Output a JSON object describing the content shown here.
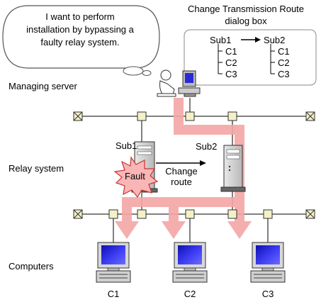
{
  "speech": {
    "line1": "I want to perform",
    "line2": "installation by bypassing a",
    "line3": "faulty relay system."
  },
  "dialog": {
    "title_line1": "Change Transmission Route",
    "title_line2": "dialog box",
    "from": "Sub1",
    "to": "Sub2",
    "from_items": [
      "C1",
      "C2",
      "C3"
    ],
    "to_items": [
      "C1",
      "C2",
      "C3"
    ]
  },
  "labels": {
    "managing_server": "Managing server",
    "relay_system": "Relay system",
    "computers": "Computers",
    "sub1": "Sub1",
    "sub2": "Sub2",
    "fault": "Fault",
    "change_route_line1": "Change",
    "change_route_line2": "route",
    "c1": "C1",
    "c2": "C2",
    "c3": "C3"
  },
  "colors": {
    "route": "#f4a6a6",
    "monitor_screen": "#2a2ad8",
    "fault_burst": "#f8b6b6",
    "node": "#f4f1c8"
  }
}
